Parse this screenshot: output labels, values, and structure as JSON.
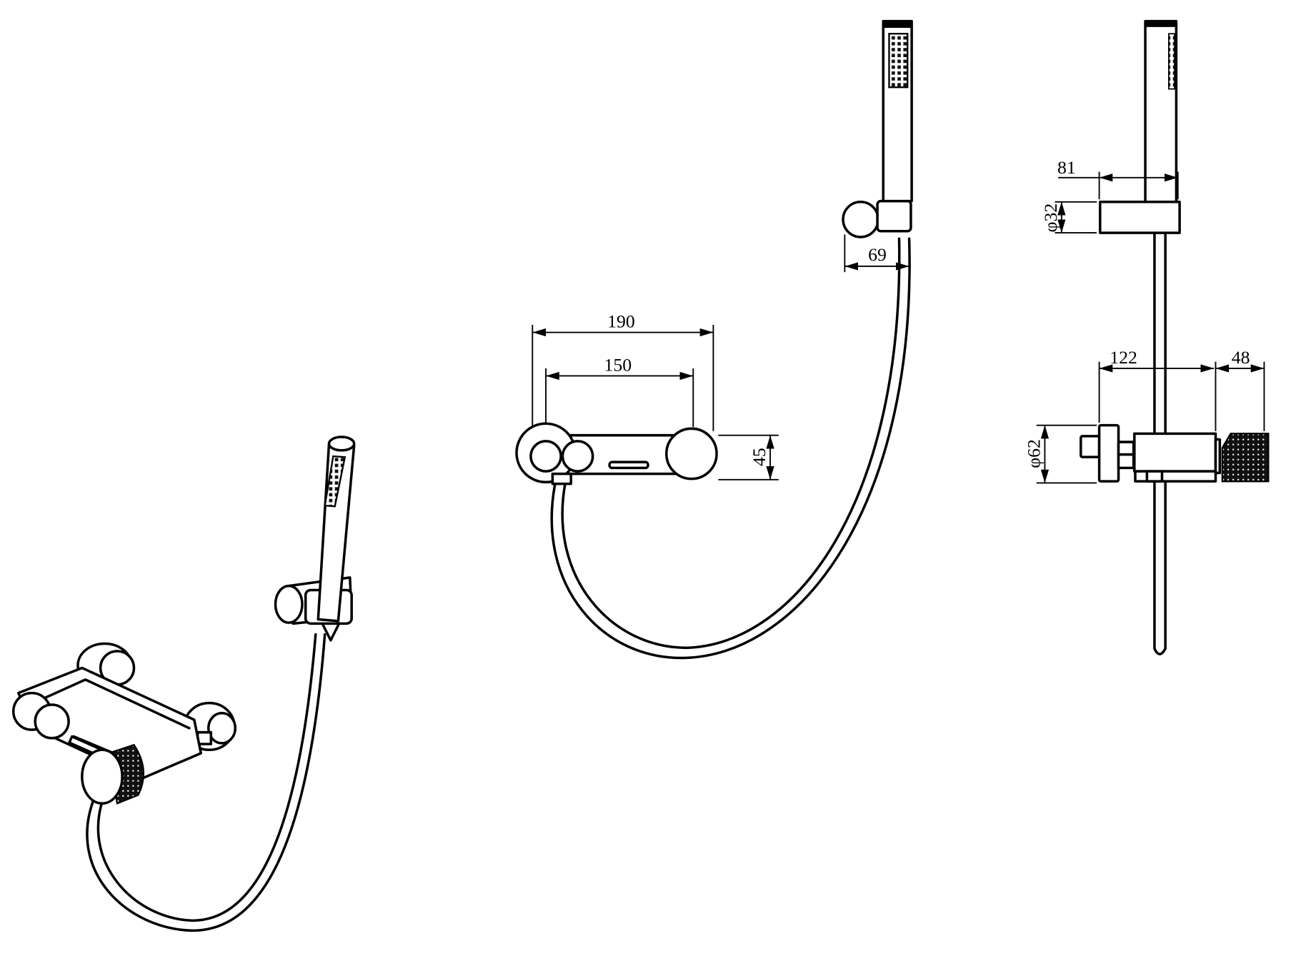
{
  "drawing": {
    "views": [
      "isometric",
      "front",
      "side"
    ],
    "dimensions": {
      "width_overall": "190",
      "center_distance": "150",
      "body_height": "45",
      "holder_offset": "69",
      "holder_depth": "81",
      "holder_diameter": "φ32",
      "projection": "122",
      "knob_projection": "48",
      "flange_diameter": "φ62"
    },
    "colors": {
      "line": "#000000",
      "background": "#ffffff"
    }
  }
}
